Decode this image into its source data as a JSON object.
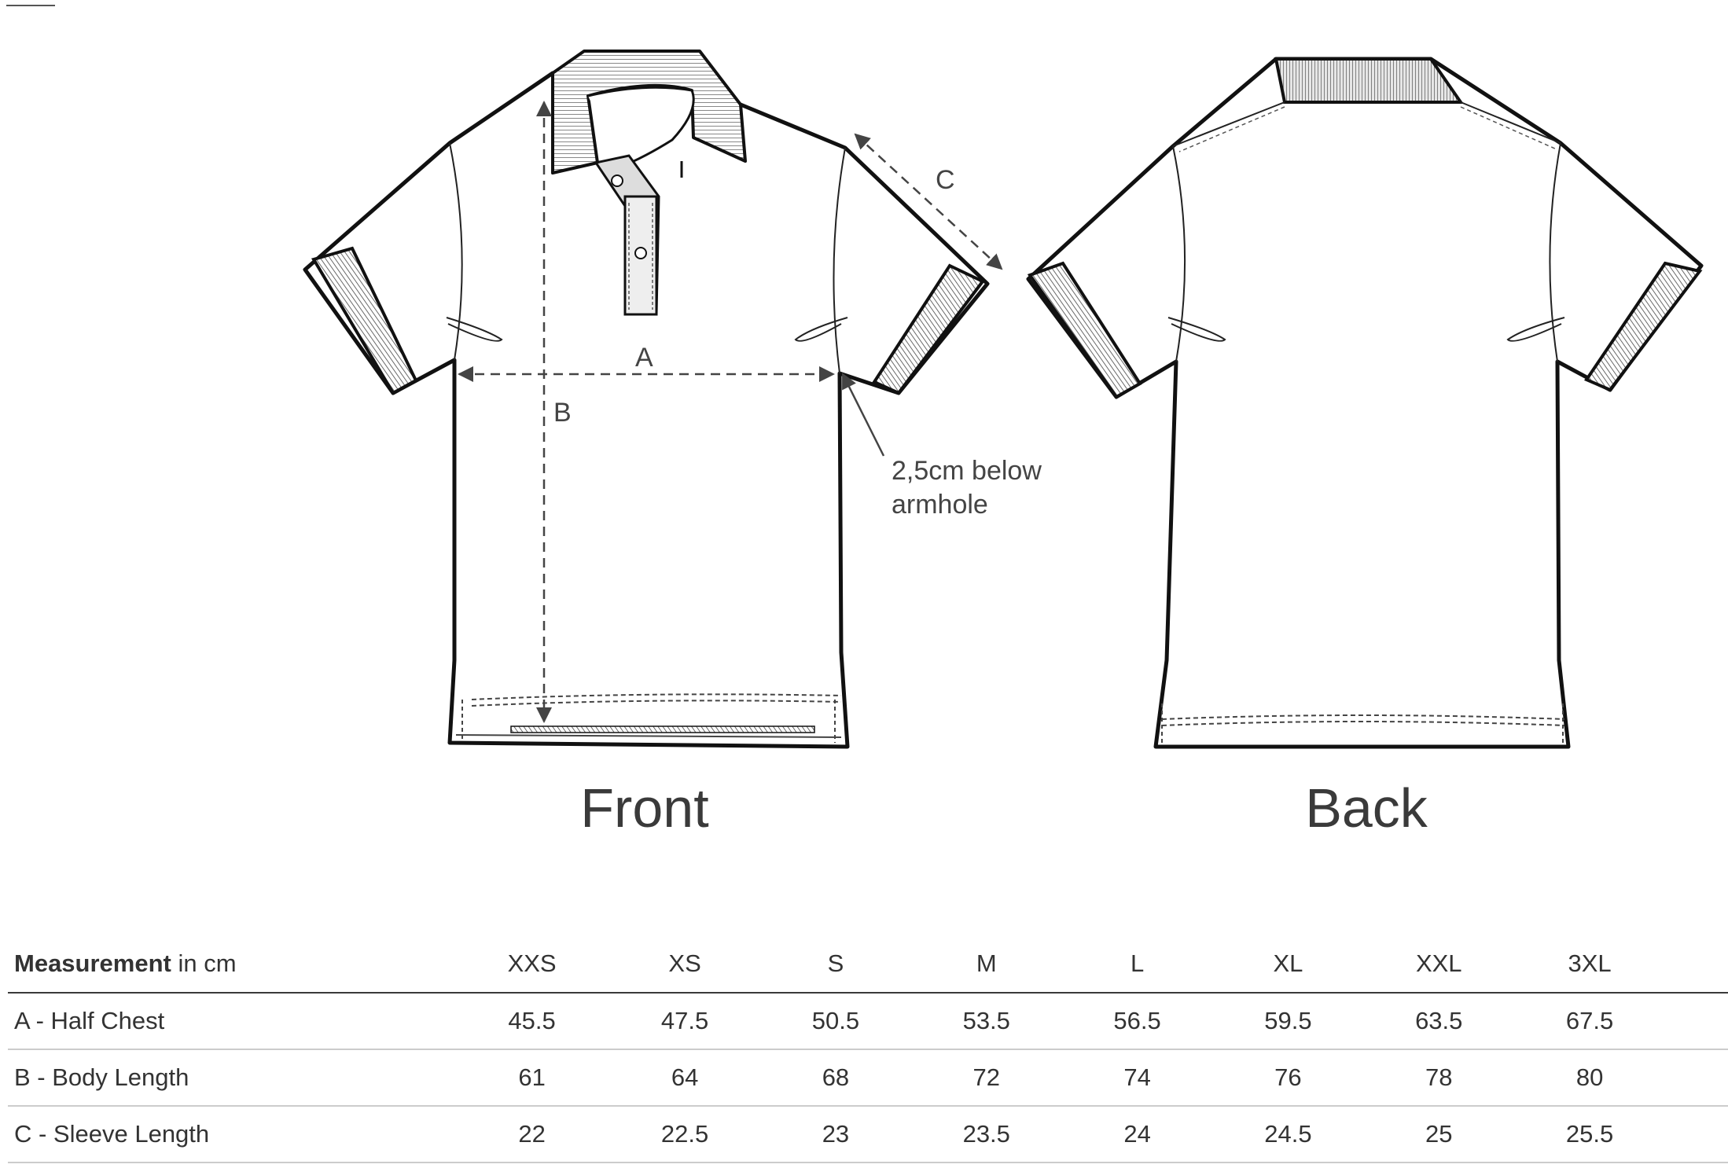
{
  "diagram": {
    "views": [
      {
        "name": "Front"
      },
      {
        "name": "Back"
      }
    ],
    "dimension_labels": {
      "a": "A",
      "b": "B",
      "c": "C"
    },
    "note_lines": [
      "2,5cm below",
      "armhole"
    ]
  },
  "table": {
    "header_bold": "Measurement",
    "header_rest": " in cm",
    "sizes": [
      "XXS",
      "XS",
      "S",
      "M",
      "L",
      "XL",
      "XXL",
      "3XL"
    ],
    "rows": [
      {
        "label": "A - Half Chest",
        "values": [
          "45.5",
          "47.5",
          "50.5",
          "53.5",
          "56.5",
          "59.5",
          "63.5",
          "67.5"
        ]
      },
      {
        "label": "B - Body Length",
        "values": [
          "61",
          "64",
          "68",
          "72",
          "74",
          "76",
          "78",
          "80"
        ]
      },
      {
        "label": "C - Sleeve Length",
        "values": [
          "22",
          "22.5",
          "23",
          "23.5",
          "24",
          "24.5",
          "25",
          "25.5"
        ]
      }
    ]
  },
  "colors": {
    "outline": "#111111",
    "dimension": "#444444",
    "text": "#333333",
    "rule": "#cccccc"
  }
}
